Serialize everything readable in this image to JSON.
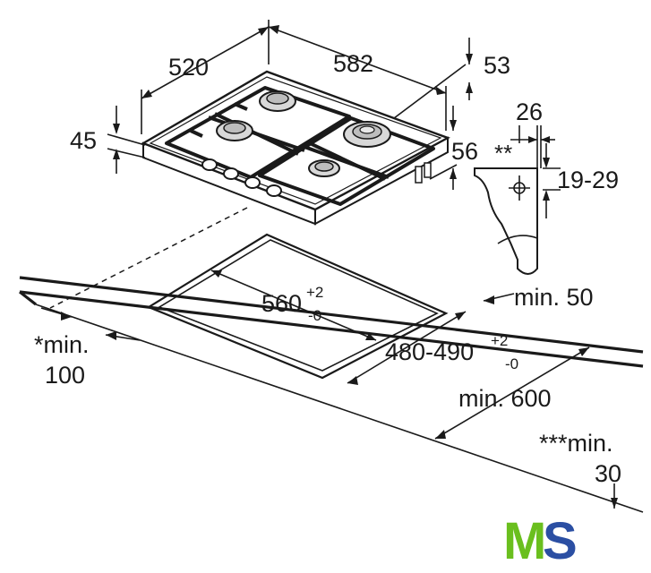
{
  "dimensions": {
    "width_top": "582",
    "depth_top": "520",
    "side_offset": "53",
    "height_left": "45",
    "height_right": "56",
    "bracket_width": "26",
    "double_star": "**",
    "worktop_thickness": "19-29",
    "cutout_width": "560",
    "cutout_width_tol_plus": "+2",
    "cutout_width_tol_minus": "-0",
    "cutout_depth": "480-490",
    "cutout_depth_tol_plus": "+2",
    "cutout_depth_tol_minus": "-0",
    "min_back": "min. 50",
    "min_front": "min. 600",
    "min_side_line1": "*min.",
    "min_side_line2": "100",
    "min_below_line1": "***min.",
    "min_below_line2": "30"
  },
  "logo": {
    "text": "MS",
    "color_m": "#6abf1e",
    "color_s": "#2b4fa3"
  }
}
